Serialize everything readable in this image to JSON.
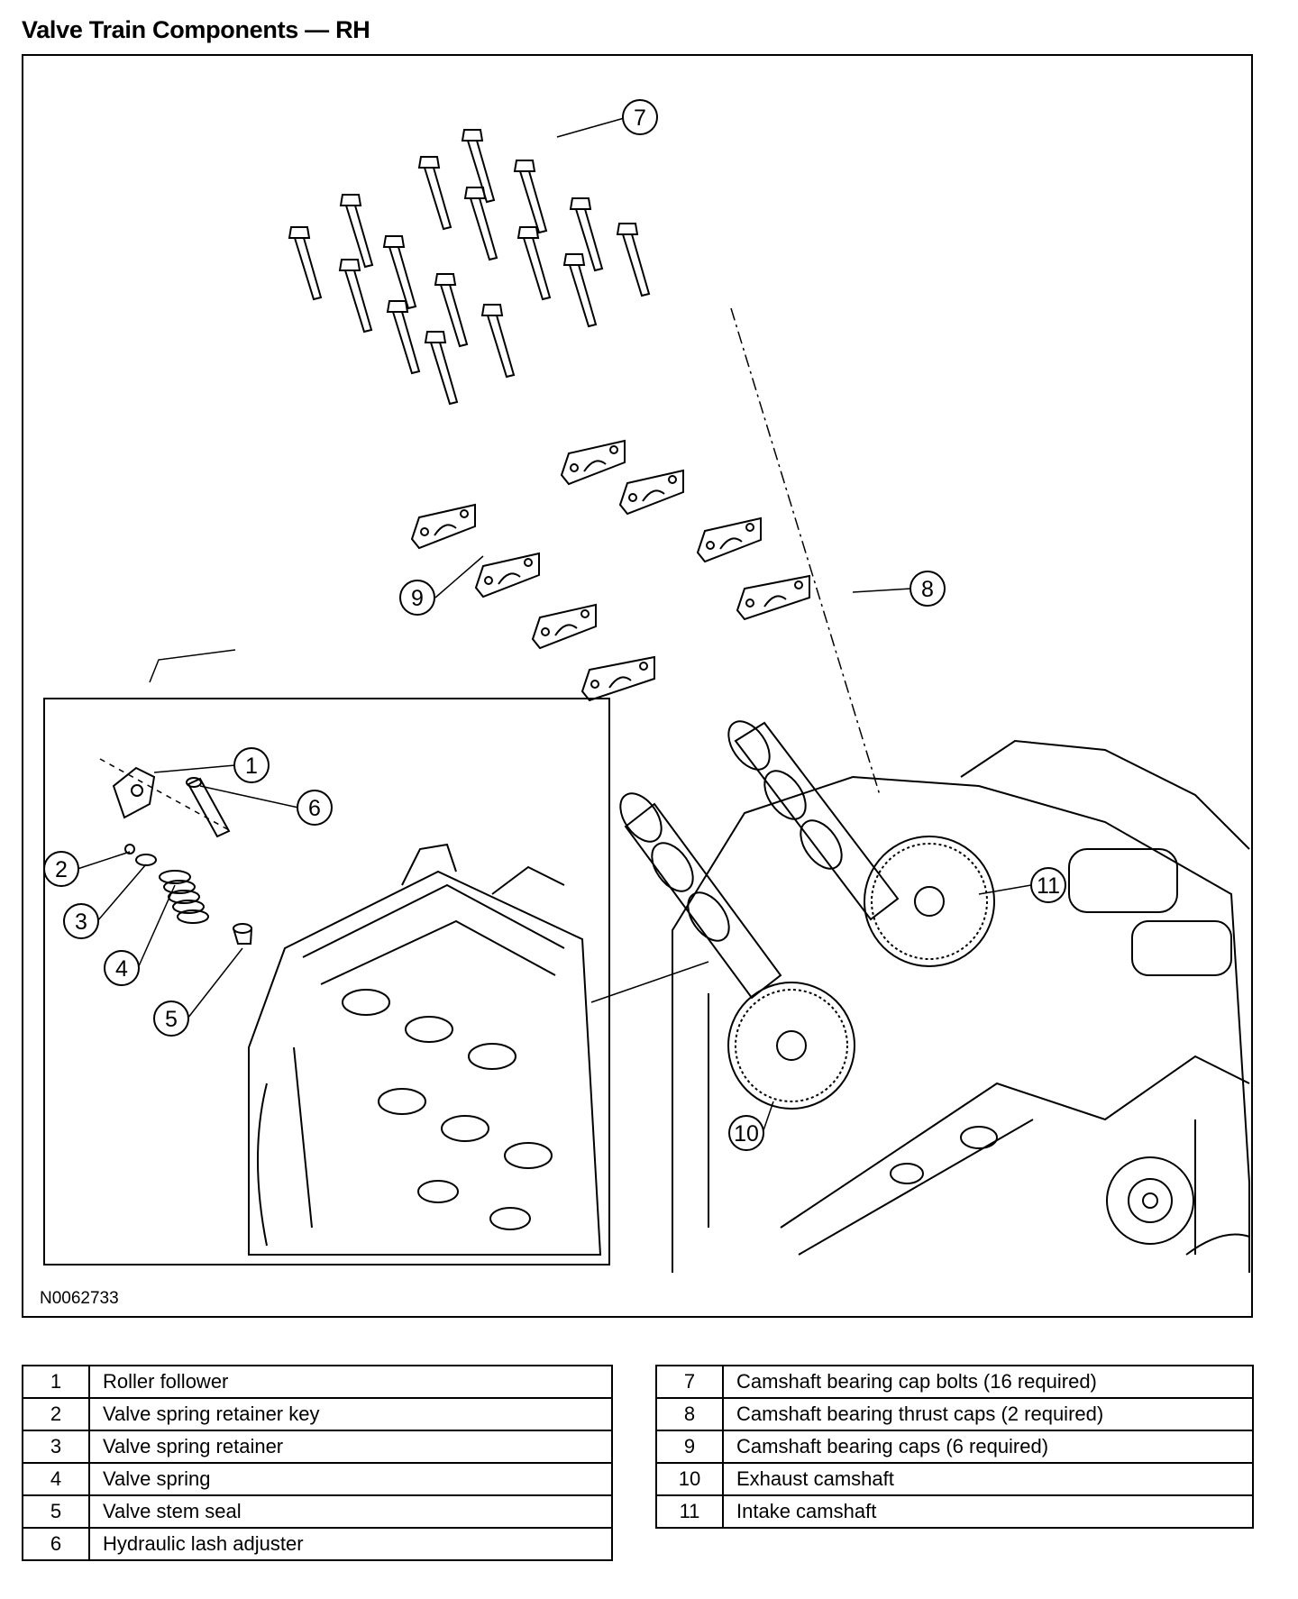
{
  "title": "Valve Train Components — RH",
  "figure_id": "N0062733",
  "callouts": [
    "1",
    "2",
    "3",
    "4",
    "5",
    "6",
    "7",
    "8",
    "9",
    "10",
    "11"
  ],
  "legend_left": [
    {
      "num": "1",
      "desc": "Roller follower"
    },
    {
      "num": "2",
      "desc": "Valve spring retainer key"
    },
    {
      "num": "3",
      "desc": "Valve spring retainer"
    },
    {
      "num": "4",
      "desc": "Valve spring"
    },
    {
      "num": "5",
      "desc": "Valve stem seal"
    },
    {
      "num": "6",
      "desc": "Hydraulic lash adjuster"
    }
  ],
  "legend_right": [
    {
      "num": "7",
      "desc": "Camshaft bearing cap bolts (16 required)"
    },
    {
      "num": "8",
      "desc": "Camshaft bearing thrust caps (2 required)"
    },
    {
      "num": "9",
      "desc": "Camshaft bearing caps (6 required)"
    },
    {
      "num": "10",
      "desc": "Exhaust camshaft"
    },
    {
      "num": "11",
      "desc": "Intake camshaft"
    }
  ]
}
